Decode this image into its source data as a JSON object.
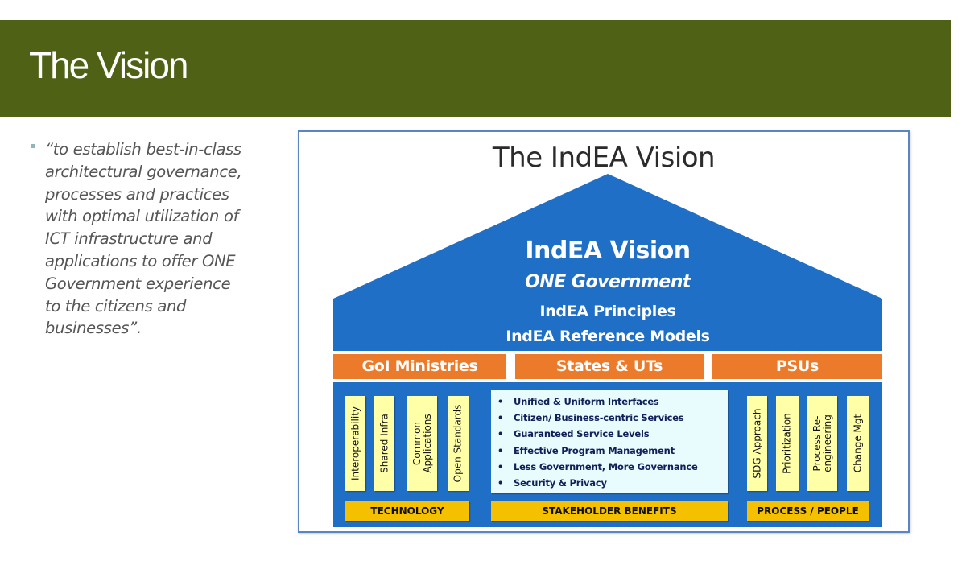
{
  "slide": {
    "title": "The Vision",
    "quote": "“to establish  best-in-class architectural governance, processes and practices with optimal utilization of ICT infrastructure and applications to offer ONE Government experience to the citizens and businesses”."
  },
  "figure": {
    "title": "The IndEA Vision",
    "roof": {
      "title": "IndEA Vision",
      "subtitle": "ONE Government"
    },
    "principles": [
      "IndEA Principles",
      "IndEA Reference Models"
    ],
    "pillars": [
      "GoI Ministries",
      "States & UTs",
      "PSUs"
    ],
    "technology": [
      "Interoperability",
      "Shared Infra",
      "Common Applications",
      "Open Standards"
    ],
    "benefits": [
      "Unified & Uniform Interfaces",
      "Citizen/ Business-centric Services",
      "Guaranteed Service Levels",
      "Effective Program Management",
      "Less Government, More Governance",
      "Security & Privacy"
    ],
    "process": [
      "SDG Approach",
      "Prioritization",
      "Process Re-engineering",
      "Change Mgt"
    ],
    "labels": [
      "TECHNOLOGY",
      "STAKEHOLDER BENEFITS",
      "PROCESS / PEOPLE"
    ]
  },
  "colors": {
    "banner": "#4e6115",
    "blue": "#1f6fc6",
    "orange": "#ec7a2b",
    "yellow_label": "#f4c000",
    "pale_yellow": "#ffffa8",
    "pale_cyan": "#e8fbfd"
  }
}
